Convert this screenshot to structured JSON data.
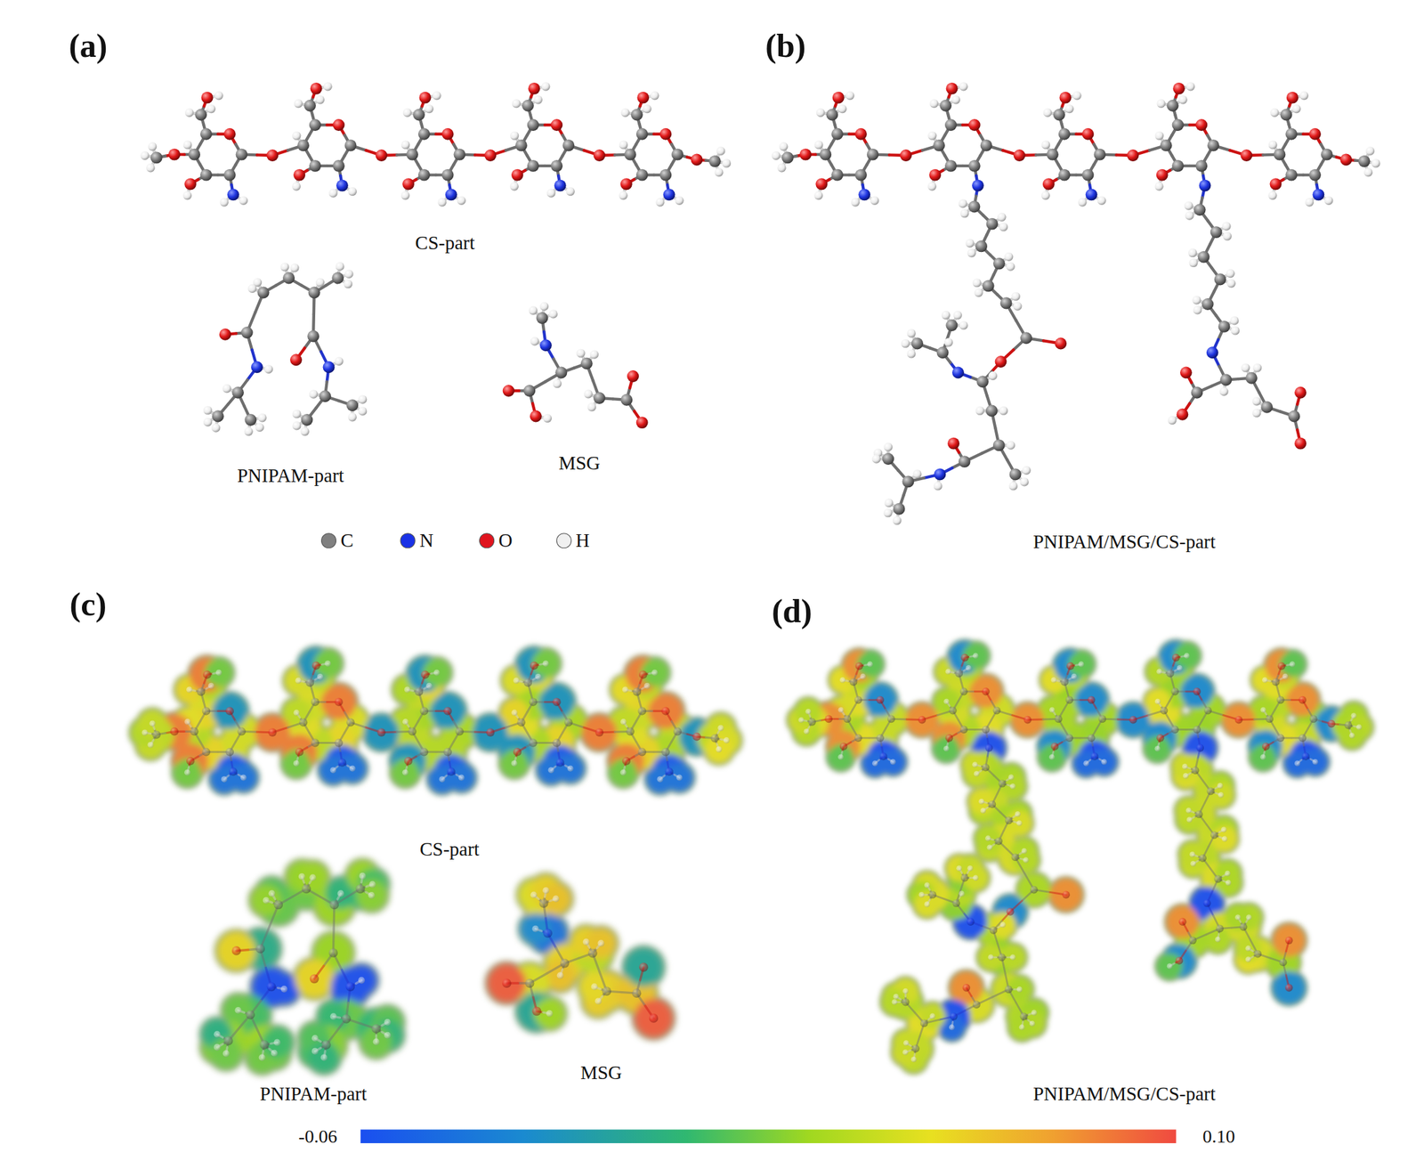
{
  "diagram": {
    "labels": [
      "(a)",
      "(b)",
      "CS-part",
      "PNIPAM-part",
      "MSG",
      "PNIPAM/MSG/CS-part",
      "(c)",
      "(d)",
      "CS-part",
      "PNIPAM-part",
      "MSG",
      "PNIPAM/MSG/CS-part",
      "-0.06",
      "0.10"
    ],
    "legend": [
      {
        "text": "C",
        "color": "#808080"
      },
      {
        "text": "N",
        "color": "#1a32e6"
      },
      {
        "text": "O",
        "color": "#e0141e"
      },
      {
        "text": "H",
        "color": "#f0f0f0"
      }
    ]
  }
}
